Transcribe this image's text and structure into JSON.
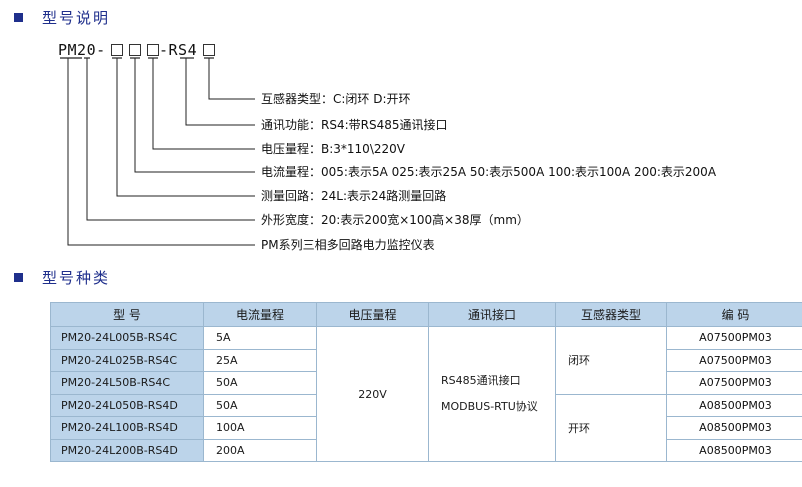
{
  "section1": {
    "title": "型号说明"
  },
  "model_code": {
    "prefix": "PM20-",
    "suffix": "-RS4"
  },
  "descriptions": [
    "互感器类型：C:闭环    D:开环",
    "通讯功能：RS4:带RS485通讯接口",
    "电压量程：B:3*110\\220V",
    "电流量程：005:表示5A  025:表示25A   50:表示500A   100:表示100A       200:表示200A",
    "测量回路：24L:表示24路测量回路",
    "外形宽度：20:表示200宽×100高×38厚（mm）",
    "PM系列三相多回路电力监控仪表"
  ],
  "section2": {
    "title": "型号种类"
  },
  "table": {
    "headers": [
      "型    号",
      "电流量程",
      "电压量程",
      "通讯接口",
      "互感器类型",
      "编    码"
    ],
    "rows": [
      {
        "model": "PM20-24L005B-RS4C",
        "current": "5A",
        "code": "A07500PM03"
      },
      {
        "model": "PM20-24L025B-RS4C",
        "current": "25A",
        "code": "A07500PM03"
      },
      {
        "model": "PM20-24L50B-RS4C",
        "current": "50A",
        "code": "A07500PM03"
      },
      {
        "model": "PM20-24L050B-RS4D",
        "current": "50A",
        "code": "A08500PM03"
      },
      {
        "model": "PM20-24L100B-RS4D",
        "current": "100A",
        "code": "A08500PM03"
      },
      {
        "model": "PM20-24L200B-RS4D",
        "current": "200A",
        "code": "A08500PM03"
      }
    ],
    "voltage": "220V",
    "interface_line1": "RS485通讯接口",
    "interface_line2": "MODBUS-RTU协议",
    "ct_closed": "闭环",
    "ct_open": "开环"
  }
}
